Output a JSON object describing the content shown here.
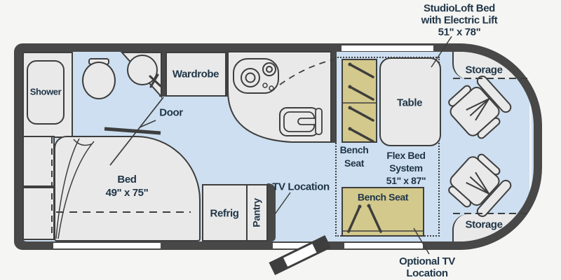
{
  "title": "RV floor plan",
  "colors": {
    "wall": "#484848",
    "floor": "#cddff0",
    "furniture": "#e9e9e9",
    "bench": "#d3c98c",
    "label_text": "#1f3547",
    "window": "#ffffff"
  },
  "labels": {
    "shower": "Shower",
    "wardrobe": "Wardrobe",
    "door": "Door",
    "bed_title": "Bed",
    "bed_dims": "49\" x 75\"",
    "refrig": "Refrig",
    "pantry": "Pantry",
    "tv_location": "TV Location",
    "bench_front_1": "Bench",
    "bench_front_2": "Seat",
    "flex_1": "Flex Bed",
    "flex_2": "System",
    "flex_3": "51\" x 87\"",
    "bench_rear": "Bench Seat",
    "table": "Table",
    "storage_top": "Storage",
    "storage_bottom": "Storage",
    "studioloft_1": "StudioLoft Bed",
    "studioloft_2": "with Electric Lift",
    "studioloft_3": "51\" x 78\"",
    "optional_tv_1": "Optional TV",
    "optional_tv_2": "Location"
  },
  "fixtures": [
    "toilet-icon",
    "bathroom-sink-icon",
    "stove-icon",
    "kitchen-sink-icon",
    "swivel-chair-icon",
    "swivel-chair-icon",
    "entry-step-icon",
    "seatbelt-strap-icon",
    "bed-fold-icon"
  ]
}
